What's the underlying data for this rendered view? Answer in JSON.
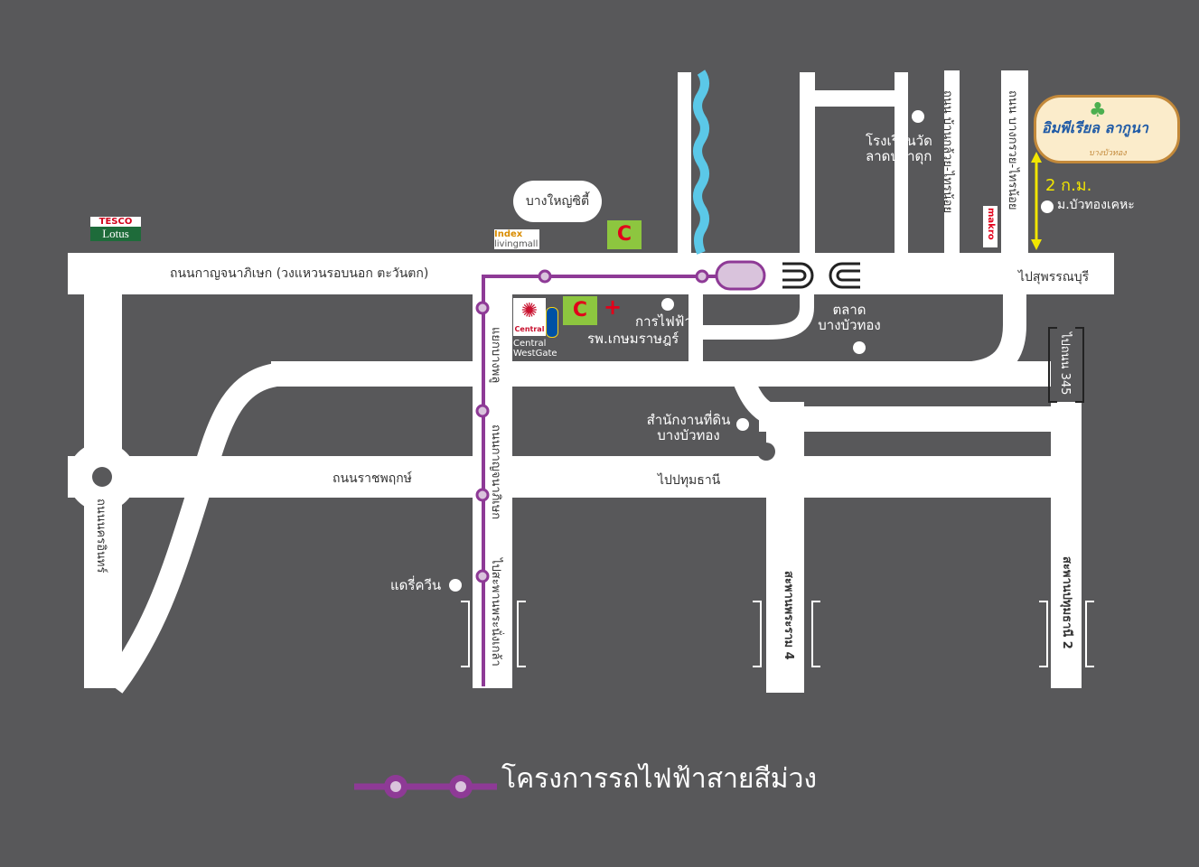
{
  "roads": {
    "kanchanaphisek": "ถนนกาญจนาภิเษก (วงแหวนรอบนอก ตะวันตก)",
    "ratchaphruek": "ถนนราชพฤกษ์",
    "to_pathum_thani": "ไปปทุมธานี",
    "to_suphanburi": "ไปสุพรรณบุรี",
    "nakhon_in": "ถนนนครอินทร์",
    "purple_road_top": "แยกบางพลู",
    "purple_road_mid": "ถนนกาญจนาภิเษก",
    "purple_road_bottom": "ไปสะพานพระนั่งเกล้า",
    "ban_kluai_sai_noi": "ถนน บ้านกล้วย-ไทรน้อย",
    "bang_kruai_sai_noi": "ถนน บางกรวย-ไทรน้อย",
    "to_road_345": "ไปถนน 345",
    "bridge_rama4": "สะพานพระราม 4",
    "bridge_pathum_thani2": "สะพานปทุมธานี 2"
  },
  "places": {
    "bang_yai_city": "บางใหญ่ซิตี้",
    "school": "โรงเรียนวัดลาดปลาดุก",
    "distance": "2 ก.ม.",
    "village": "ม.บัวทองเคหะ",
    "electricity": "การไฟฟ้า",
    "hospital": "รพ.เกษมราษฎร์",
    "market": "ตลาดบางบัวทอง",
    "land_office": "สำนักงานที่ดินบางบัวทอง",
    "dairy_queen": "แดรี่ควีน",
    "central_westgate": "Central WestGate"
  },
  "logos": {
    "tesco_top": "TESCO",
    "tesco_bottom": "Lotus",
    "index": "Index",
    "index_sub": "livingmall",
    "bigc": "C",
    "central": "Central",
    "makro": "makro",
    "project_name": "อิมพีเรียล ลากูนา",
    "project_sub": "บางบัวทอง"
  },
  "legend": {
    "label": "โครงการรถไฟฟ้าสายสีม่วง"
  },
  "colors": {
    "background": "#58585a",
    "road": "#ffffff",
    "purple_line": "#8e3a96",
    "river": "#5bc8e8",
    "distance_arrow": "#f2e600"
  }
}
